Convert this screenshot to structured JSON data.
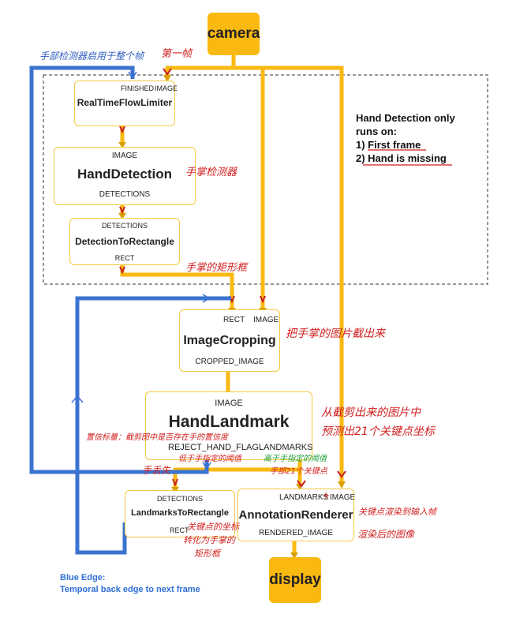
{
  "nodes": {
    "camera": {
      "title": "camera"
    },
    "display": {
      "title": "display"
    },
    "flow_limiter": {
      "title": "RealTimeFlowLimiter",
      "in_left": "FINISHED",
      "in_right": "IMAGE"
    },
    "hand_detection": {
      "title": "HandDetection",
      "in": "IMAGE",
      "out": "DETECTIONS"
    },
    "det_to_rect": {
      "title": "DetectionToRectangle",
      "in": "DETECTIONS",
      "out": "RECT"
    },
    "image_cropping": {
      "title": "ImageCropping",
      "in_left": "RECT",
      "in_right": "IMAGE",
      "out": "CROPPED_IMAGE"
    },
    "hand_landmark": {
      "title": "HandLandmark",
      "in": "IMAGE",
      "out_left": "REJECT_HAND_FLAG",
      "out_right": "LANDMARKS"
    },
    "landmarks_to_rect": {
      "title": "LandmarksToRectangle",
      "in": "DETECTIONS",
      "out": "RECT"
    },
    "annotation_renderer": {
      "title": "AnnotationRenderer",
      "in_left": "LANDMARKS",
      "in_right": "IMAGE",
      "out": "RENDERED_IMAGE"
    }
  },
  "notes": {
    "hand_detection_line1": "Hand Detection only",
    "hand_detection_line2": "runs on:",
    "hand_detection_line3": "1) First frame",
    "hand_detection_line4": "2) Hand is missing",
    "blue_edge_line1": "Blue Edge:",
    "blue_edge_line2": "Temporal back edge to next frame"
  },
  "annotations": {
    "top_left": "手部检测器启用于整个帧",
    "first_frame": "第一帧",
    "palm_detector": "手掌检测器",
    "palm_rect": "手掌的矩形框",
    "crop_palm": "把手掌的图片截出来",
    "detect_line1": "从截剪出来的图片中",
    "detect_line2": "预测出21个关键点坐标",
    "confidence": "置信标量：截剪图中是否存在手的置信度",
    "low_thresh": "低于手指定的阈值",
    "hand_lost": "手丢失",
    "high_thresh": "高于手指定的阈值",
    "keypoints21": "手部21个关键点",
    "keypoint_plus": "+",
    "render_input": "关键点渲染到输入帧",
    "rendered_image": "渲染后的图像",
    "convert_line1": "关键点的坐标",
    "convert_line2": "转化为手掌的",
    "convert_line3": "矩形框"
  },
  "colors": {
    "yellow_edge": "#f9b911",
    "blue_edge": "#3a73d0",
    "node_border": "#f5c842",
    "handwriting_red": "#d21e1e",
    "handwriting_green": "#1ea03c"
  }
}
